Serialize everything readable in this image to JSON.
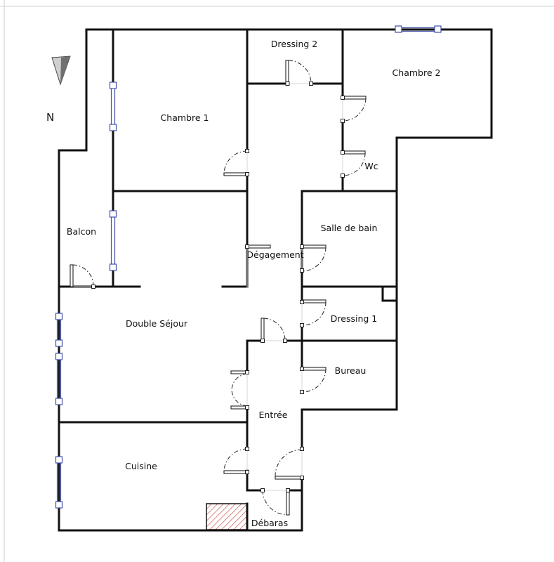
{
  "plan": {
    "compass_label": "N",
    "rooms": {
      "dressing_2": "Dressing 2",
      "chambre_2": "Chambre 2",
      "chambre_1": "Chambre 1",
      "wc": "Wc",
      "salle_de_bain": "Salle de bain",
      "balcon": "Balcon",
      "degagement": "Dégagement",
      "double_sejour": "Double Séjour",
      "dressing_1": "Dressing 1",
      "bureau": "Bureau",
      "entree": "Entrée",
      "cuisine": "Cuisine",
      "debaras": "Débaras"
    },
    "colors": {
      "walls": "#111111",
      "windows": "#3f4fa8",
      "hatch": "#c0392b"
    }
  }
}
